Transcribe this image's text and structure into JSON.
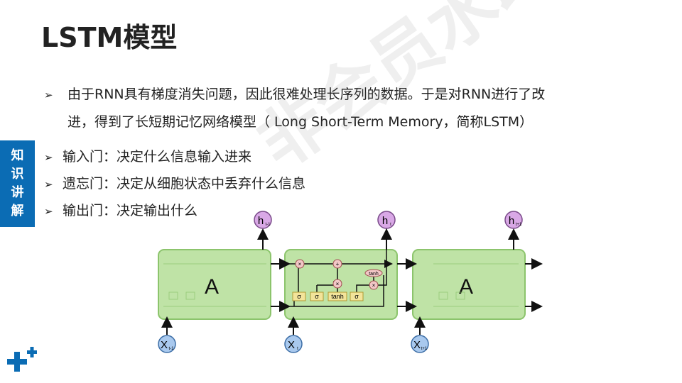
{
  "slide": {
    "title": "LSTM模型",
    "side_tab": [
      "知",
      "识",
      "讲",
      "解"
    ],
    "watermark": "非会员水印",
    "bullets": [
      {
        "line1": "由于RNN具有梯度消失问题，因此很难处理长序列的数据。于是对RNN进行了改",
        "line2": "进，得到了长短期记忆网络模型（ Long Short-Term Memory，简称LSTM）"
      },
      {
        "text": "输入门：决定什么信息输入进来"
      },
      {
        "text": "遗忘门：决定从细胞状态中丢弃什么信息"
      },
      {
        "text": "输出门：决定输出什么"
      }
    ],
    "arrow_glyph": "➢"
  },
  "diagram": {
    "cell_label_left": "A",
    "cell_label_right": "A",
    "outputs": {
      "left": "h",
      "left_sub": "t-1",
      "mid": "h",
      "mid_sub": "t",
      "right": "h",
      "right_sub": "t+1"
    },
    "inputs": {
      "left": "X",
      "left_sub": "t-1",
      "mid": "X",
      "mid_sub": "t",
      "right": "X",
      "right_sub": "t+1"
    },
    "gates": [
      "σ",
      "σ",
      "tanh",
      "σ"
    ],
    "ops": [
      "×",
      "+",
      "×",
      "tanh",
      "×"
    ],
    "colors": {
      "cell": "#bfe3a6",
      "cell_border": "#8cc46c",
      "gate": "#f3e49a",
      "output_circle": "#d9a8e6",
      "input_circle": "#a9c9ee",
      "accent": "#0b6cb4"
    }
  }
}
